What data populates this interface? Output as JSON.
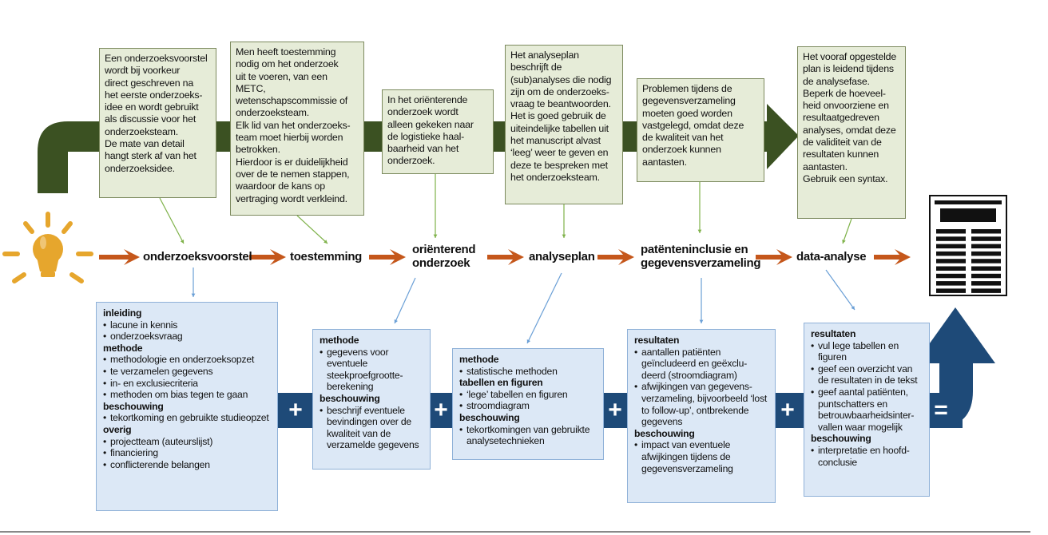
{
  "colors": {
    "top_band": "#3b5122",
    "bottom_band": "#1e4a78",
    "flow_arrow": "#c5571b",
    "note_bg": "#e6ecd8",
    "card_bg": "#dce8f6",
    "bulb": "#e6a62d"
  },
  "icons": {
    "start": "lightbulb-icon",
    "end": "document-icon",
    "plus": "plus-icon",
    "equals": "equals-icon"
  },
  "steps": [
    {
      "label": "onderzoeksvoorstel"
    },
    {
      "label": "toestemming"
    },
    {
      "label": "oriënterend\nonderzoek"
    },
    {
      "label": "analyseplan"
    },
    {
      "label": "patënteninclusie en\ngegevensverzameling"
    },
    {
      "label": "data-analyse"
    }
  ],
  "notes": [
    {
      "text": "Een onderzoeksvoorstel\nwordt bij voorkeur\ndirect geschreven na\nhet eerste onderzoeks-\nidee en wordt gebruikt\nals discussie voor het\nonderzoeksteam.\nDe mate van detail\nhangt sterk af van het\nonderzoeksidee."
    },
    {
      "text": "Men heeft toestemming\nnodig om het onderzoek\nuit te voeren, van een METC,\nwetenschapscommissie of\nonderzoeksteam.\nElk lid van het onderzoeks-\nteam moet hierbij worden\nbetrokken.\nHierdoor is er duidelijkheid\nover de te nemen stappen,\nwaardoor de kans op\nvertraging wordt verkleind."
    },
    {
      "text": "In het oriënterende\nonderzoek wordt\nalleen gekeken naar\nde logistieke haal-\nbaarheid van het\nonderzoek."
    },
    {
      "text": "Het analyseplan\nbeschrijft de\n(sub)analyses die nodig\nzijn om de onderzoeks-\nvraag te beantwoorden.\nHet is goed gebruik de\nuiteindelijke tabellen uit\nhet manuscript alvast\n‘leeg’ weer te geven en\ndeze te bespreken met\nhet onderzoeksteam."
    },
    {
      "text": "Problemen tijdens de\ngegevensverzameling\nmoeten goed worden\nvastgelegd, omdat deze\nde kwaliteit van het\nonderzoek kunnen\naantasten."
    },
    {
      "text": "Het vooraf opgestelde\nplan is leidend tijdens\nde analysefase.\nBeperk de hoeveel-\nheid onvoorziene en\nresultaatgedreven\nanalyses, omdat deze\nde validiteit van de\nresultaten kunnen\naantasten.\nGebruik een syntax."
    }
  ],
  "cards": [
    {
      "sections": [
        {
          "heading": "inleiding",
          "items": [
            "lacune in kennis",
            "onderzoeksvraag"
          ]
        },
        {
          "heading": "methode",
          "items": [
            "methodologie en onderzoeksopzet",
            "te verzamelen gegevens",
            "in- en exclusiecriteria",
            "methoden om bias tegen te gaan"
          ]
        },
        {
          "heading": "beschouwing",
          "items": [
            "tekortkoming en gebruikte studieopzet"
          ]
        },
        {
          "heading": "overig",
          "items": [
            "projectteam (auteurslijst)",
            "financiering",
            "conflicterende belangen"
          ]
        }
      ]
    },
    {
      "sections": [
        {
          "heading": "methode",
          "items": [
            "gegevens voor eventuele steekproefgrootte-berekening"
          ]
        },
        {
          "heading": "beschouwing",
          "items": [
            "beschrijf eventuele bevindingen over de kwaliteit van de verzamelde gegevens"
          ]
        }
      ]
    },
    {
      "sections": [
        {
          "heading": "methode",
          "items": [
            "statistische methoden"
          ]
        },
        {
          "heading": "tabellen en figuren",
          "items": [
            "‘lege’ tabellen en figuren",
            "stroomdiagram"
          ]
        },
        {
          "heading": "beschouwing",
          "items": [
            "tekortkomingen van gebruikte analysetechnieken"
          ]
        }
      ]
    },
    {
      "sections": [
        {
          "heading": "resultaten",
          "items": [
            "aantallen patiënten geïncludeerd en geëxclu-deerd (stroomdiagram)",
            "afwijkingen van gegevens-verzameling, bijvoorbeeld ‘lost to follow-up’, ontbrekende gegevens"
          ]
        },
        {
          "heading": "beschouwing",
          "items": [
            "impact van eventuele afwijkingen tijdens de gegevensverzameling"
          ]
        }
      ]
    },
    {
      "sections": [
        {
          "heading": "resultaten",
          "items": [
            "vul lege tabellen en figuren",
            "geef een overzicht van de resultaten in de tekst",
            "geef aantal patiënten, puntschatters en betrouwbaarheidsinter-vallen waar mogelijk"
          ]
        },
        {
          "heading": "beschouwing",
          "items": [
            "interpretatie en hoofd-conclusie"
          ]
        }
      ]
    }
  ],
  "signs": {
    "plus": "+",
    "equals": "="
  }
}
